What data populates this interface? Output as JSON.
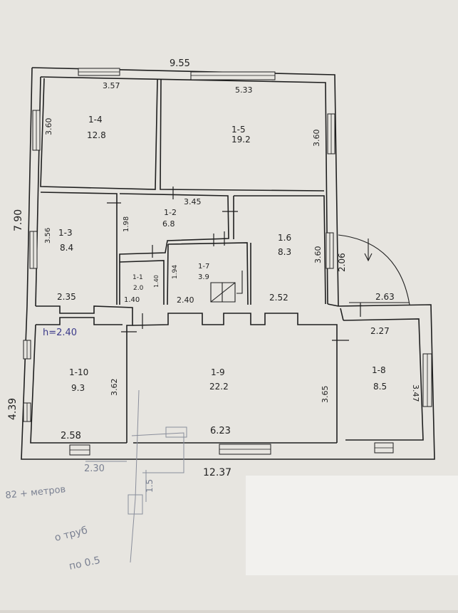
{
  "overall": {
    "top_width": "9.55",
    "bottom_width": "12.37",
    "left_height": "7.90",
    "left_height_lower": "4.39",
    "ceiling_height": "h=2.40"
  },
  "rooms": [
    {
      "id": "1-4",
      "area": "12.8",
      "dims": [
        "3.57",
        "3.60"
      ]
    },
    {
      "id": "1-5",
      "area": "19.2",
      "dims": [
        "5.33",
        "3.60"
      ]
    },
    {
      "id": "1-3",
      "area": "8.4",
      "dims": [
        "3.56",
        "2.35"
      ]
    },
    {
      "id": "1-2",
      "area": "6.8",
      "dims": [
        "3.45",
        "1.98"
      ]
    },
    {
      "id": "1.6",
      "area": "8.3",
      "dims": [
        "3.60",
        "2.52"
      ]
    },
    {
      "id": "1-1",
      "area": "2.0",
      "dims": [
        "1.40",
        "1.40"
      ]
    },
    {
      "id": "1-7",
      "area": "3.9",
      "dims": [
        "1.94",
        "2.40"
      ]
    },
    {
      "id": "1-10",
      "area": "9.3",
      "dims": [
        "3.62",
        "2.58"
      ]
    },
    {
      "id": "1-9",
      "area": "22.2",
      "dims": [
        "6.23",
        "3.65"
      ]
    },
    {
      "id": "1-8",
      "area": "8.5",
      "dims": [
        "2.27",
        "3.47"
      ]
    }
  ],
  "porch": {
    "width": "2.63",
    "depth": "2.06"
  },
  "pencil_notes": {
    "dim_a": "2.30",
    "dim_b": "1.5",
    "note_a": "82 + метров",
    "note_b": "о труб",
    "note_c": "по 0.5"
  },
  "colors": {
    "wall": "#1f1f1f",
    "paper": "#eceae5",
    "pencil": "#7b8192",
    "ink": "#3b3a8a"
  }
}
